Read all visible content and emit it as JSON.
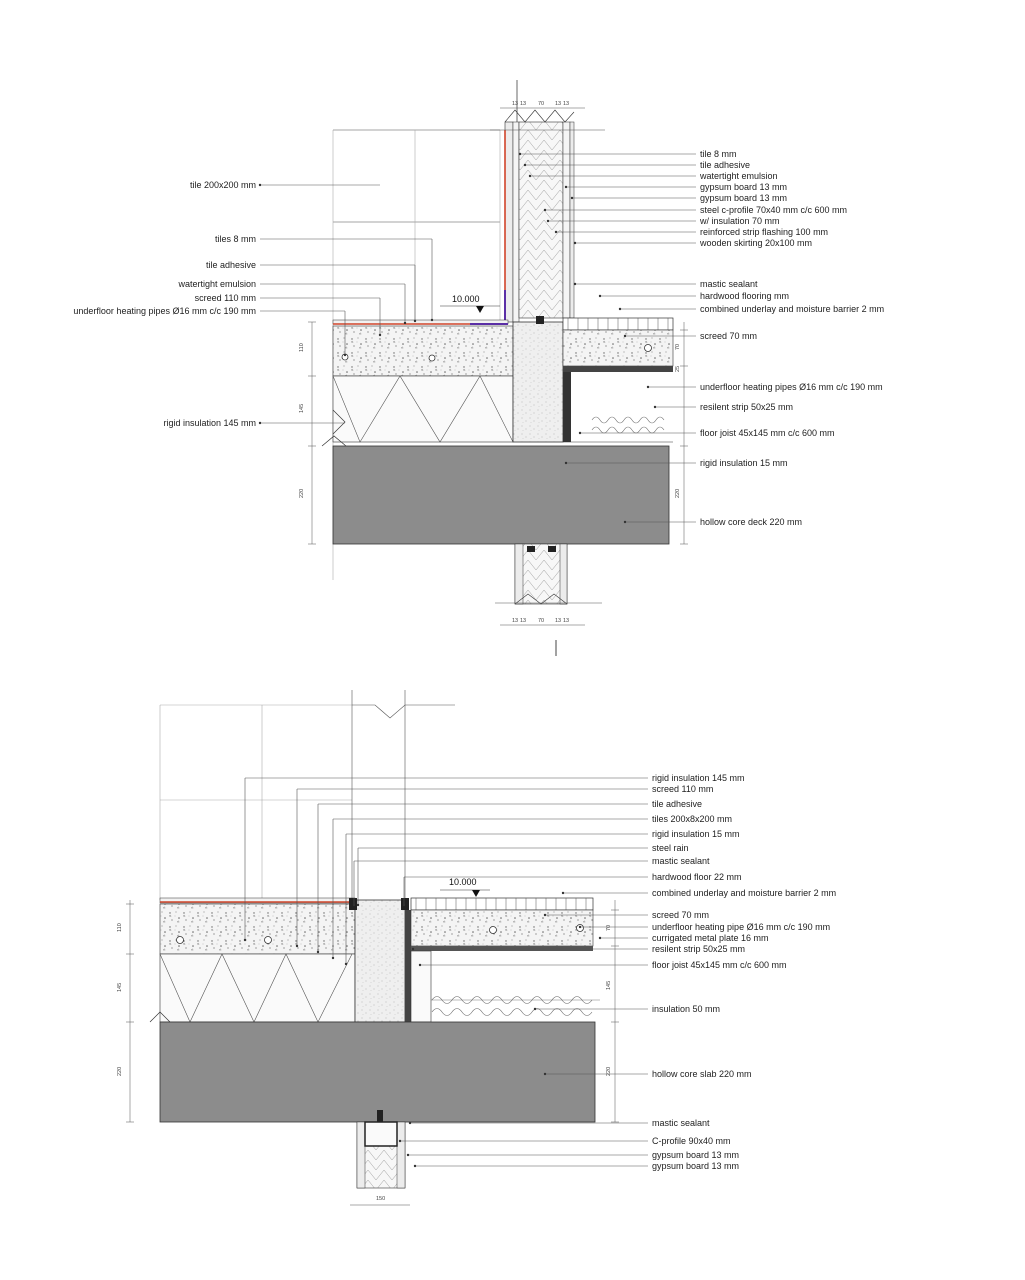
{
  "detail_top": {
    "level": "10.000",
    "left_labels": [
      "tile 200x200 mm",
      "tiles 8 mm",
      "tile adhesive",
      "watertight emulsion",
      "screed 110 mm",
      "underfloor heating pipes Ø16 mm c/c 190 mm",
      "rigid insulation 145 mm"
    ],
    "right_labels": [
      "tile 8 mm",
      "tile adhesive",
      "watertight emulsion",
      "gypsum board 13 mm",
      "gypsum board 13 mm",
      "steel c-profile 70x40 mm c/c 600 mm",
      "w/ insulation 70 mm",
      "reinforced strip flashing 100 mm",
      "wooden skirting 20x100 mm",
      "mastic sealant",
      "hardwood flooring mm",
      "combined underlay and moisture barrier 2 mm",
      "screed 70 mm",
      "underfloor heating pipes Ø16 mm c/c 190 mm",
      "resilent strip 50x25 mm",
      "floor joist 45x145 mm c/c 600 mm",
      "rigid insulation 15 mm",
      "hollow core deck 220 mm"
    ],
    "dims_top": [
      "13",
      "13",
      "70",
      "13",
      "13"
    ],
    "dims_bottom": [
      "13",
      "13",
      "70",
      "13",
      "13"
    ],
    "dims_left": [
      "110",
      "145",
      "220"
    ],
    "dims_right": [
      "70",
      "25",
      "220"
    ]
  },
  "detail_bottom": {
    "level": "10.000",
    "right_labels": [
      "rigid insulation 145 mm",
      "screed 110 mm",
      "tile adhesive",
      "tiles 200x8x200 mm",
      "rigid insulation 15 mm",
      "steel rain",
      "mastic sealant",
      "hardwood floor 22 mm",
      "combined underlay and moisture barrier 2 mm",
      "screed 70 mm",
      "underfloor heating pipe Ø16 mm c/c 190 mm",
      "currigated metal plate 16 mm",
      "resilent strip 50x25 mm",
      "floor joist 45x145 mm c/c 600 mm",
      "insulation 50 mm",
      "hollow core slab 220 mm",
      "mastic sealant",
      "C-profile 90x40 mm",
      "gypsum board 13 mm",
      "gypsum board 13 mm"
    ],
    "dims_left": [
      "110",
      "145",
      "220"
    ],
    "dims_right": [
      "70",
      "145",
      "220"
    ],
    "dim_bottom": "150"
  }
}
